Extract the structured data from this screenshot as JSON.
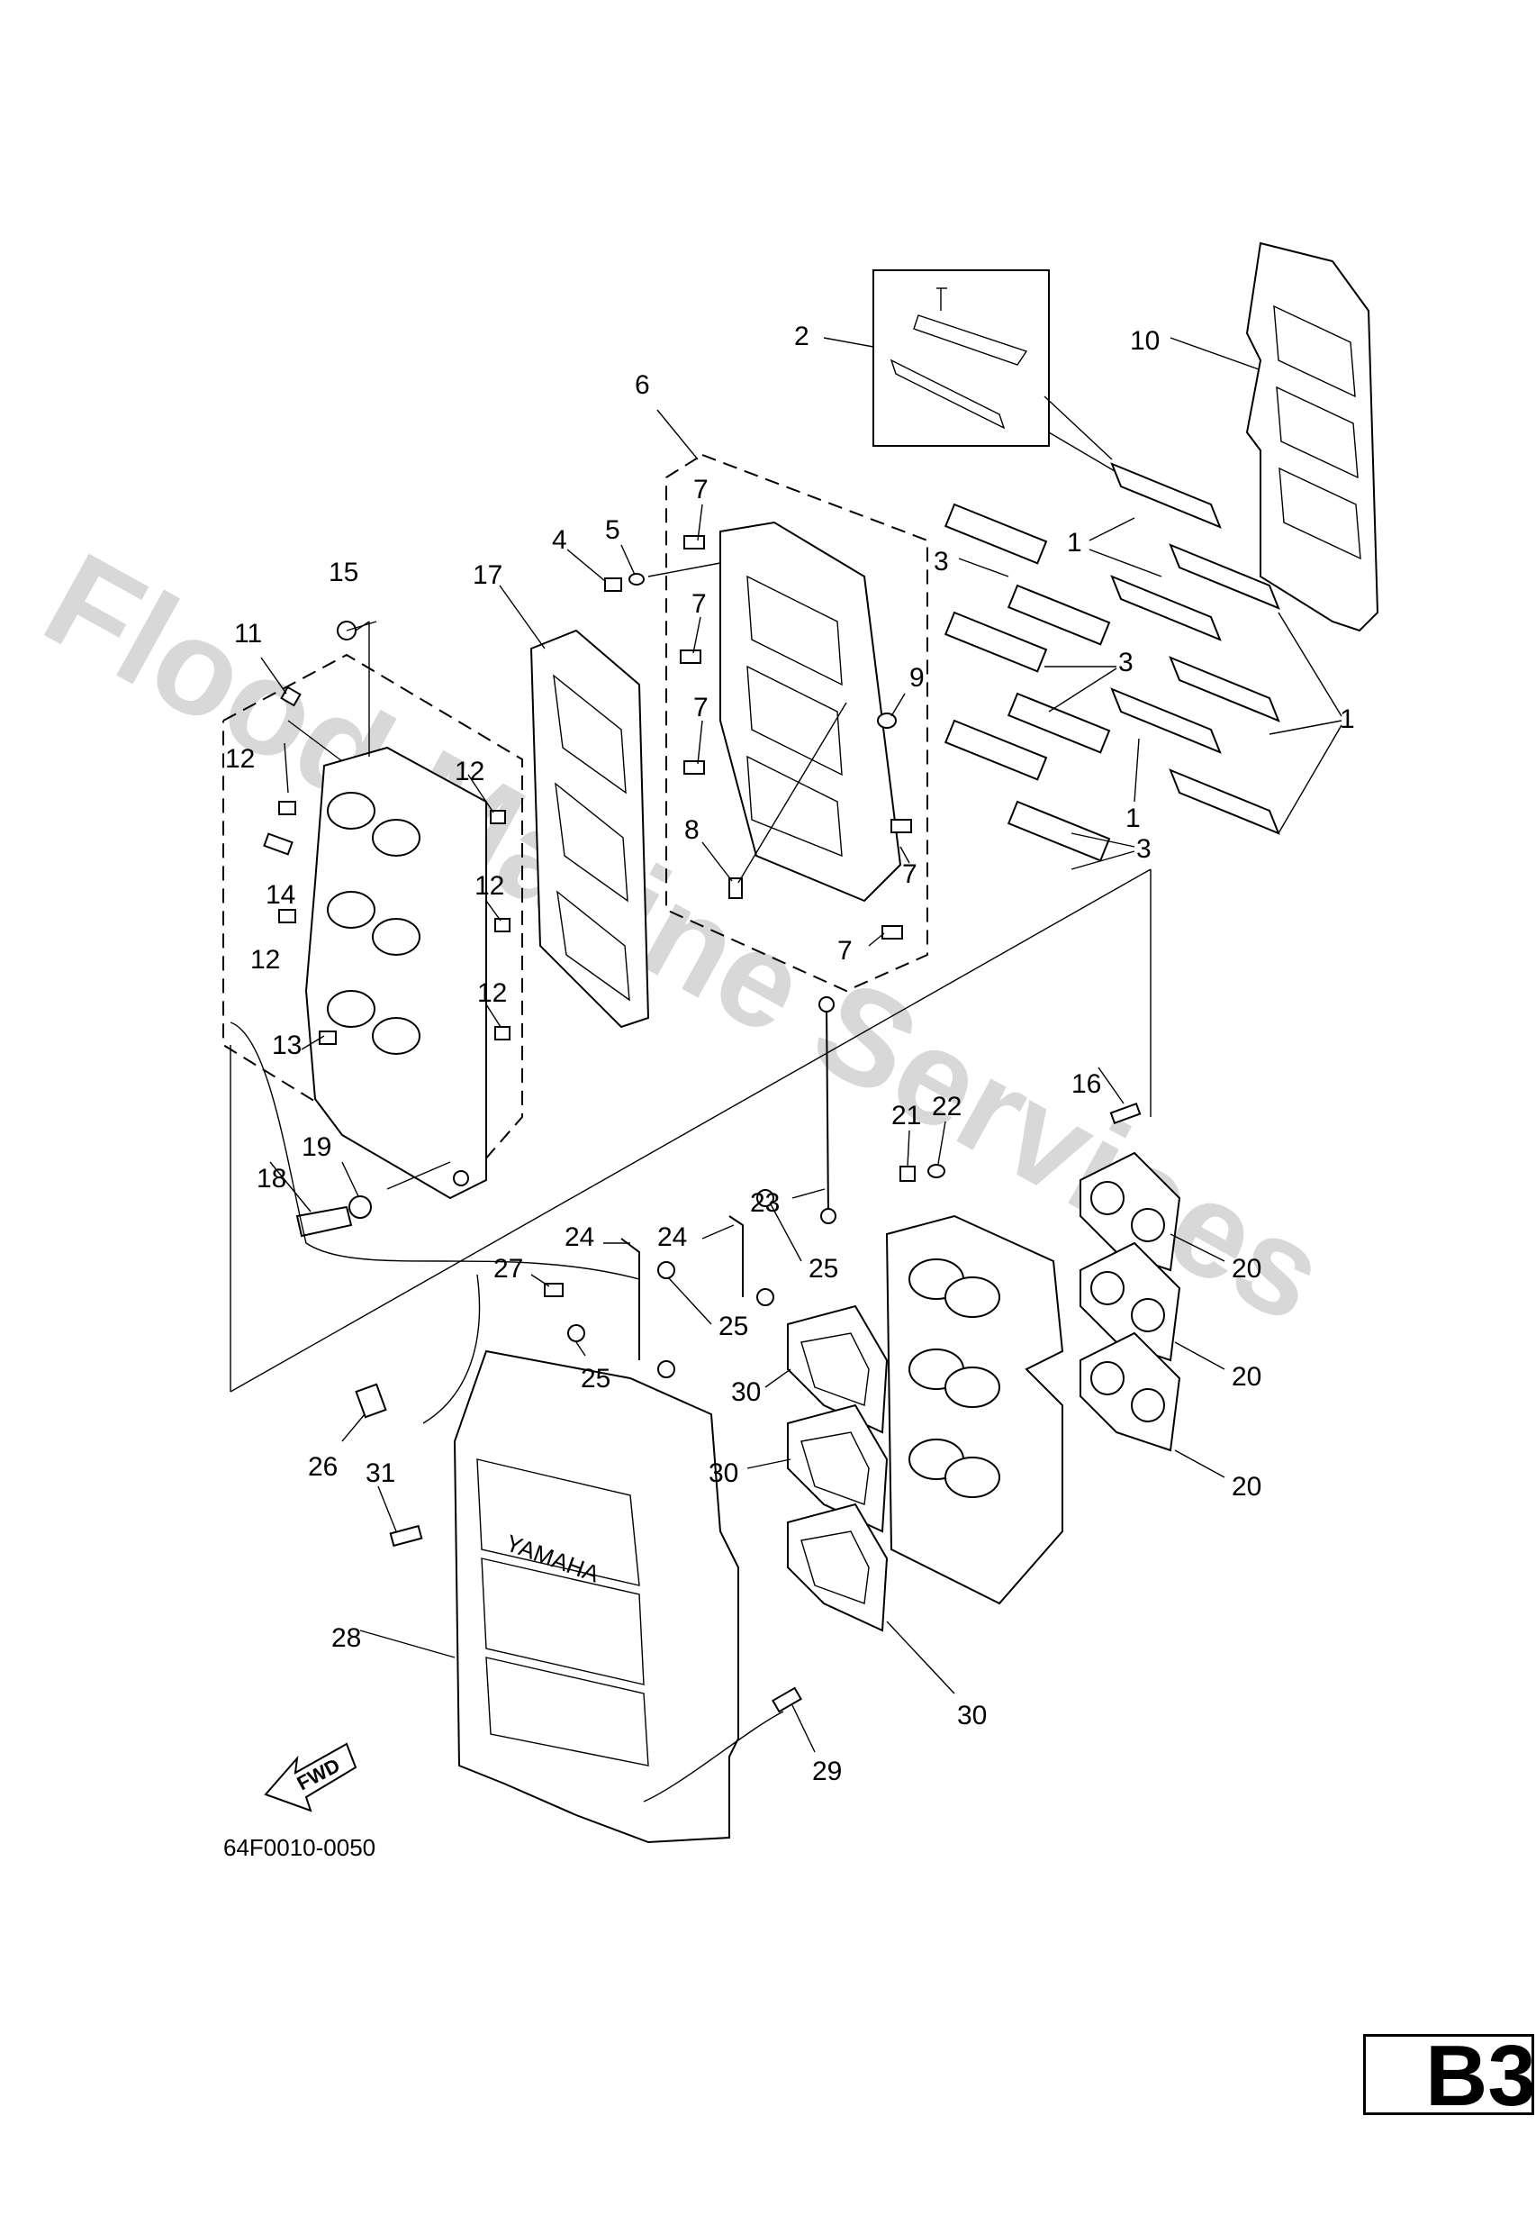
{
  "watermark": "Flood Marine Services",
  "brand_text": "YAMAHA",
  "direction_arrow_label": "FWD",
  "part_code": "64F0010-0050",
  "page_tab": "B3",
  "callouts": [
    "1",
    "1",
    "1",
    "2",
    "3",
    "3",
    "3",
    "4",
    "5",
    "6",
    "7",
    "7",
    "7",
    "7",
    "7",
    "8",
    "9",
    "10",
    "11",
    "12",
    "12",
    "12",
    "12",
    "12",
    "13",
    "14",
    "15",
    "16",
    "17",
    "18",
    "19",
    "20",
    "20",
    "20",
    "21",
    "22",
    "23",
    "24",
    "24",
    "25",
    "25",
    "25",
    "26",
    "27",
    "28",
    "29",
    "30",
    "30",
    "30",
    "31"
  ]
}
